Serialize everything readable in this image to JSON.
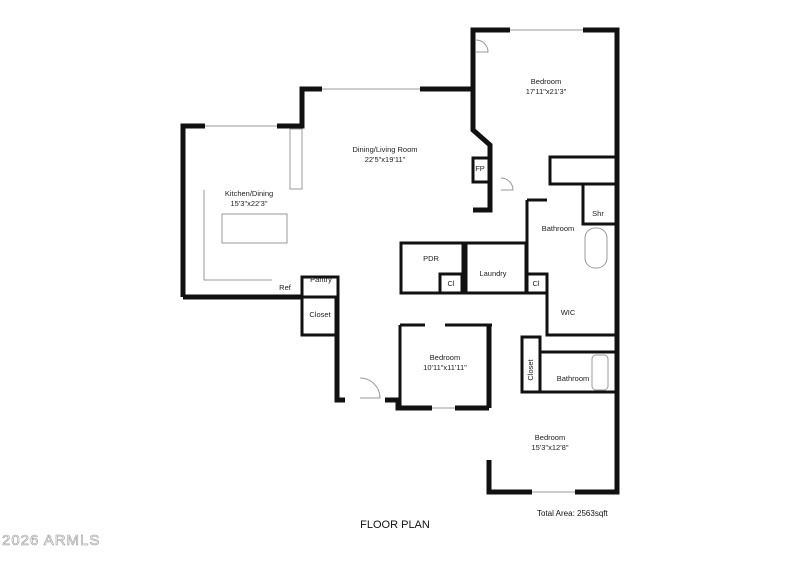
{
  "rooms": [
    {
      "name": "Bedroom",
      "dims": "17'11\"x21'3\""
    },
    {
      "name": "Dining/Living Room",
      "dims": "22'5\"x19'11\""
    },
    {
      "name": "Kitchen/Dining",
      "dims": "15'3\"x22'3\""
    },
    {
      "name": "Bedroom",
      "dims": "10'11\"x11'11\""
    },
    {
      "name": "Bedroom",
      "dims": "15'3\"x12'8\""
    }
  ],
  "labels": {
    "fp": "FP",
    "shr": "Shr",
    "bathroom": "Bathroom",
    "pdr": "PDR",
    "laundry": "Laundry",
    "cl": "Cl",
    "pantry": "Pantry",
    "ref": "Ref",
    "closet": "Closet",
    "wic": "WIC",
    "closet2": "Closet",
    "bathroom2": "Bathroom"
  },
  "title": "FLOOR PLAN",
  "total_area": "Total Area: 2563sqft",
  "watermark": "2026 ARMLS"
}
